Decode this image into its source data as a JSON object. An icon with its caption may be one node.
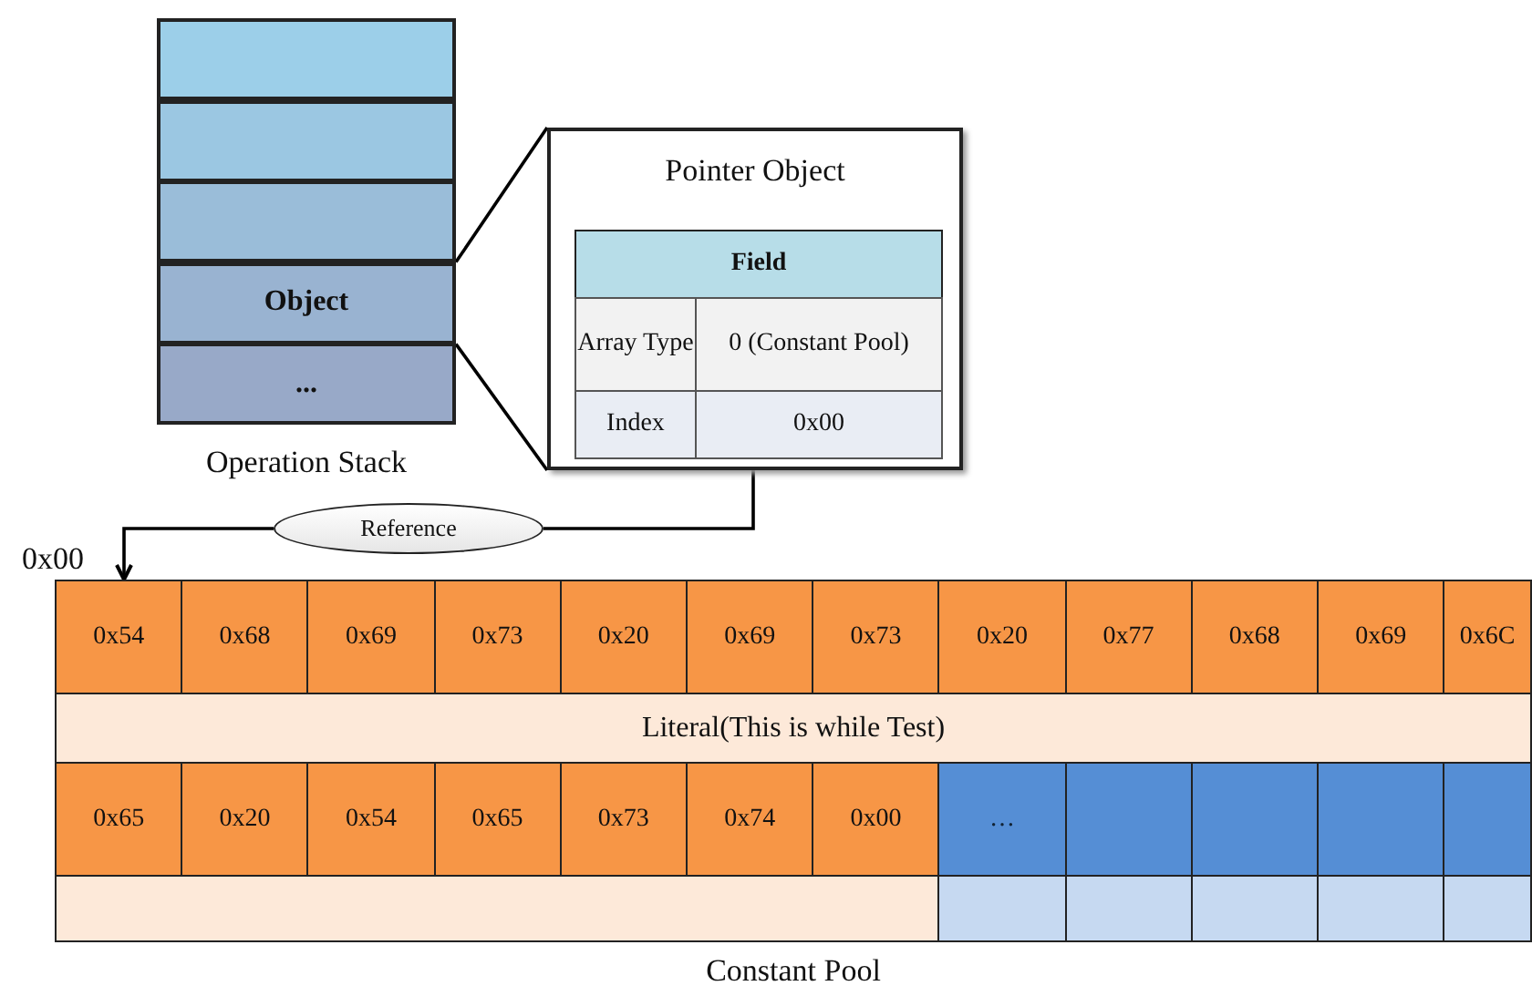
{
  "diagram": {
    "nodes": [
      {
        "text": [
          "Operation Stack"
        ]
      },
      {
        "text": [],
        "shape": "box",
        "in": 0
      },
      {
        "text": [],
        "shape": "box",
        "in": 0
      },
      {
        "text": [],
        "shape": "box",
        "in": 0
      },
      {
        "text": [
          "Object"
        ],
        "in": 0
      },
      {
        "text": [
          "..."
        ],
        "in": 0
      },
      {
        "text": [
          "Pointer Object"
        ]
      },
      {
        "text": [
          "Field"
        ],
        "in": 6
      },
      {
        "text": [
          "Array Type"
        ],
        "in": 6
      },
      {
        "text": [
          "0 (Constant Pool)"
        ],
        "in": 6
      },
      {
        "text": [
          "Index"
        ],
        "in": 6
      },
      {
        "text": [
          "0x00"
        ],
        "in": 6
      },
      {
        "text": [
          "Reference"
        ]
      },
      {
        "text": [
          "Constant Pool"
        ]
      },
      {
        "text": [
          "0x54"
        ],
        "in": 13
      },
      {
        "text": [
          "0x68"
        ],
        "in": 13
      },
      {
        "text": [
          "0x69"
        ],
        "in": 13
      },
      {
        "text": [
          "0x73"
        ],
        "in": 13
      },
      {
        "text": [
          "0x20"
        ],
        "in": 13
      },
      {
        "text": [
          "0x69"
        ],
        "in": 13
      },
      {
        "text": [
          "0x73"
        ],
        "in": 13
      },
      {
        "text": [
          "0x20"
        ],
        "in": 13
      },
      {
        "text": [
          "0x77"
        ],
        "in": 13
      },
      {
        "text": [
          "0x68"
        ],
        "in": 13
      },
      {
        "text": [
          "0x69"
        ],
        "in": 13
      },
      {
        "text": [
          "0x6C"
        ],
        "in": 13
      },
      {
        "text": [
          "Literal(This is while Test)"
        ],
        "in": 13
      },
      {
        "text": [
          "0x65"
        ],
        "in": 13
      },
      {
        "text": [
          "0x20"
        ],
        "in": 13
      },
      {
        "text": [
          "0x54"
        ],
        "in": 13
      },
      {
        "text": [
          "0x65"
        ],
        "in": 13
      },
      {
        "text": [
          "0x73"
        ],
        "in": 13
      },
      {
        "text": [
          "0x74"
        ],
        "in": 13
      },
      {
        "text": [
          "0x00"
        ],
        "in": 13
      },
      {
        "text": [
          "…"
        ],
        "in": 13
      },
      {
        "text": [],
        "shape": "box",
        "in": 13
      },
      {
        "text": [],
        "shape": "box",
        "in": 13
      },
      {
        "text": [],
        "shape": "box",
        "in": 13
      },
      {
        "text": [],
        "shape": "box",
        "in": 13
      },
      {
        "text": [],
        "shape": "box",
        "in": 13
      },
      {
        "text": [],
        "shape": "box",
        "in": 13
      },
      {
        "text": [],
        "shape": "box",
        "in": 13
      },
      {
        "text": [],
        "shape": "box",
        "in": 13
      },
      {
        "text": [],
        "shape": "box",
        "in": 13
      },
      {
        "text": [],
        "shape": "box",
        "in": 13
      }
    ],
    "edges": [
      {
        "from": 4,
        "to": 6,
        "arrow": "none"
      },
      {
        "from": 6,
        "to": 12,
        "arrow": "none"
      },
      {
        "from": 12,
        "to": 14,
        "arrow": "to"
      }
    ],
    "labels": [
      "0x00"
    ]
  }
}
